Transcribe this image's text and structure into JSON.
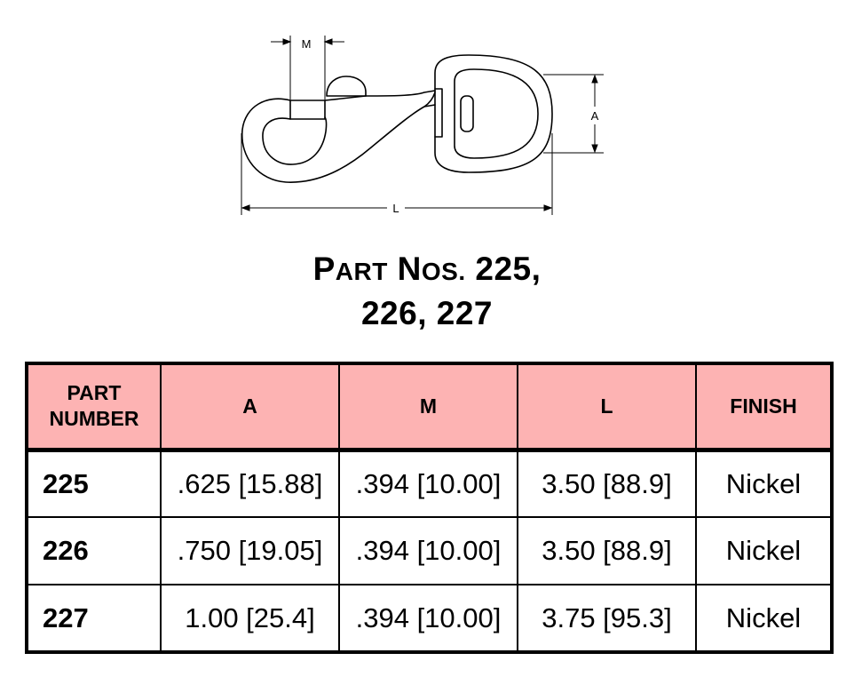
{
  "drawing": {
    "dim_m_label": "M",
    "dim_a_label": "A",
    "dim_l_label": "L"
  },
  "title": {
    "word1_initial": "P",
    "word1_rest": "ART",
    "word2_initial": "N",
    "word2_rest": "OS.",
    "numbers_line1": "225,",
    "line2": "226, 227"
  },
  "table": {
    "headers": {
      "part_number": "PART NUMBER",
      "a": "A",
      "m": "M",
      "l": "L",
      "finish": "FINISH"
    },
    "rows": [
      {
        "part": "225",
        "a": ".625 [15.88]",
        "m": ".394 [10.00]",
        "l": "3.50 [88.9]",
        "finish": "Nickel"
      },
      {
        "part": "226",
        "a": ".750 [19.05]",
        "m": ".394 [10.00]",
        "l": "3.50 [88.9]",
        "finish": "Nickel"
      },
      {
        "part": "227",
        "a": "1.00 [25.4]",
        "m": ".394 [10.00]",
        "l": "3.75 [95.3]",
        "finish": "Nickel"
      }
    ]
  },
  "colors": {
    "header_background": "#fdb3b3",
    "border": "#000000"
  }
}
